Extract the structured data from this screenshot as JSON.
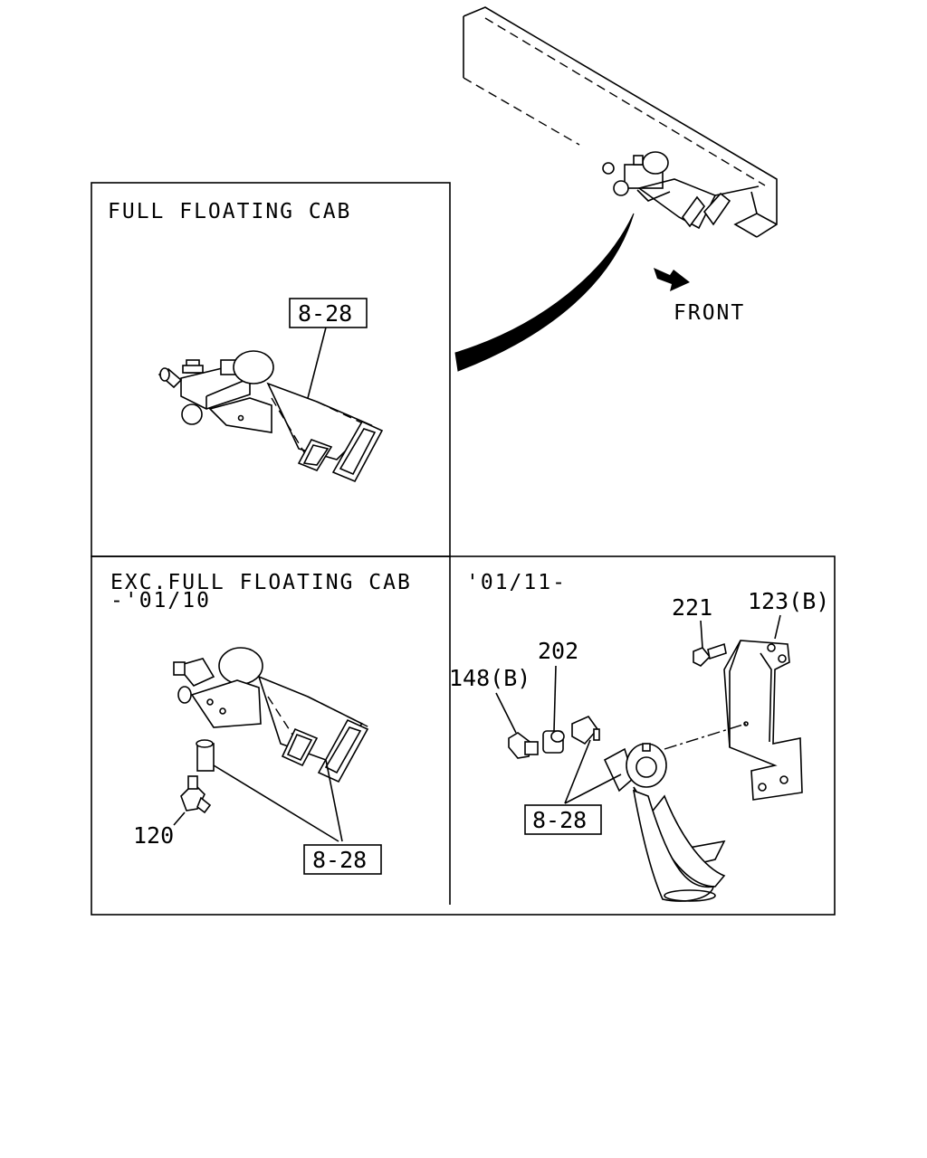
{
  "panels": {
    "full_floating_cab": {
      "title": "FULL FLOATING CAB",
      "ref": "8-28"
    },
    "exc_full_floating_cab": {
      "title_line1": "EXC.FULL FLOATING CAB",
      "title_line2": "-'01/10",
      "part_120": "120",
      "ref": "8-28"
    },
    "from_0111": {
      "title": "'01/11-",
      "part_221": "221",
      "part_123b": "123(B)",
      "part_202": "202",
      "part_148b": "148(B)",
      "ref": "8-28"
    }
  },
  "overview": {
    "front_label": "FRONT"
  }
}
